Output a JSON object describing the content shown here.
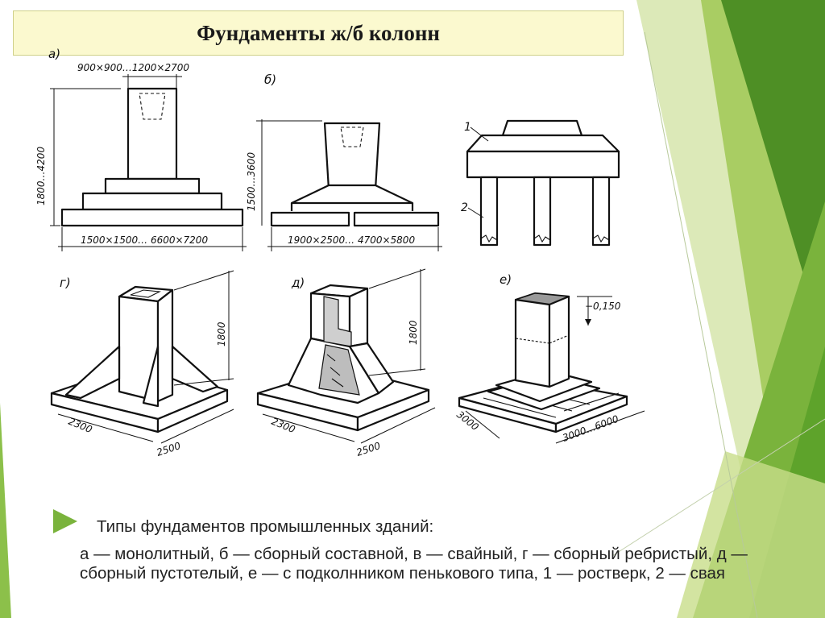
{
  "slide": {
    "title": "Фундаменты ж/б колонн",
    "caption_heading": "Типы фундаментов промышленных зданий:",
    "caption_body": "а — монолитный,   б — сборный составной,   в — свайный,   г — сборный ребристый,   д — сборный   пустотелый, е — с подколнником пенькового типа, 1 — ростверк, 2 — свая"
  },
  "drawings": {
    "a": {
      "label": "а)",
      "dim_top": "900×900…1200×2700",
      "dim_height": "1800…4200",
      "dim_base": "1500×1500… 6600×7200"
    },
    "b": {
      "label": "б)",
      "dim_height": "1500…3600",
      "dim_base": "1900×2500… 4700×5800"
    },
    "c": {
      "marker_1": "1",
      "marker_2": "2"
    },
    "g": {
      "label": "г)",
      "dim_height": "1800",
      "dim_depth": "2300",
      "dim_width": "2500"
    },
    "d": {
      "label": "д)",
      "dim_height": "1800",
      "dim_depth": "2300",
      "dim_width": "2500"
    },
    "e": {
      "label": "е)",
      "dim_level": "−0,150",
      "dim_depth": "3000",
      "dim_width": "3000…6000"
    }
  },
  "colors": {
    "title_bg": "#fbf9cf",
    "accent_green": "#7ab33c",
    "dark_green": "#3f7d1e",
    "light_green": "#c8dd8a"
  }
}
